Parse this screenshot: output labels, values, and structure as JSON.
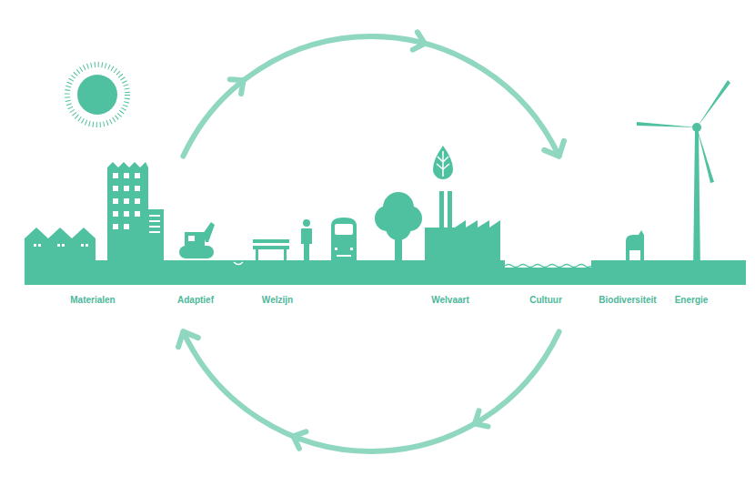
{
  "diagram": {
    "labels": [
      "Materialen",
      "Adaptief",
      "Welzijn",
      "Welvaart",
      "Cultuur",
      "Biodiversiteit",
      "Energie"
    ]
  }
}
